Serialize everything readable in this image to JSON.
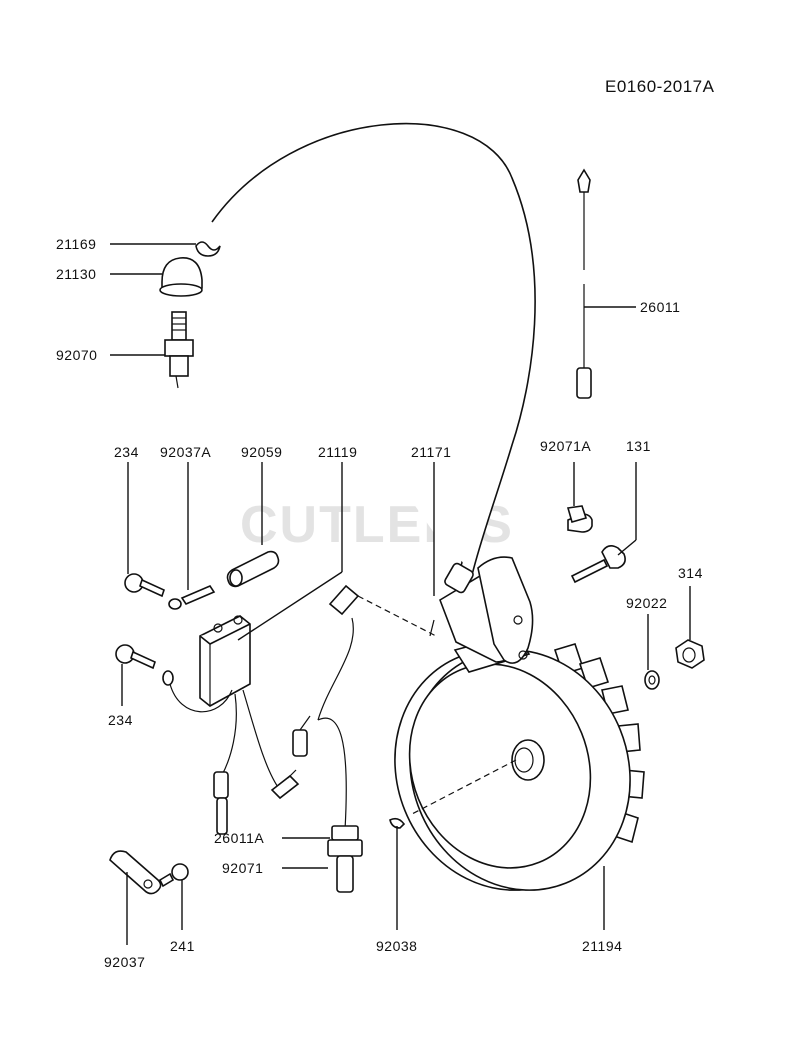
{
  "diagram_code": "E0160-2017A",
  "watermark": "CUTLER'S",
  "parts": [
    {
      "id": "p-21169",
      "label": "21169"
    },
    {
      "id": "p-21130",
      "label": "21130"
    },
    {
      "id": "p-92070",
      "label": "92070"
    },
    {
      "id": "p-26011",
      "label": "26011"
    },
    {
      "id": "p-234a",
      "label": "234"
    },
    {
      "id": "p-92037A",
      "label": "92037A"
    },
    {
      "id": "p-92059",
      "label": "92059"
    },
    {
      "id": "p-21119",
      "label": "21119"
    },
    {
      "id": "p-21171",
      "label": "21171"
    },
    {
      "id": "p-92071A",
      "label": "92071A"
    },
    {
      "id": "p-131",
      "label": "131"
    },
    {
      "id": "p-314",
      "label": "314"
    },
    {
      "id": "p-92022",
      "label": "92022"
    },
    {
      "id": "p-234b",
      "label": "234"
    },
    {
      "id": "p-26011A",
      "label": "26011A"
    },
    {
      "id": "p-92071",
      "label": "92071"
    },
    {
      "id": "p-92037",
      "label": "92037"
    },
    {
      "id": "p-241",
      "label": "241"
    },
    {
      "id": "p-92038",
      "label": "92038"
    },
    {
      "id": "p-21194",
      "label": "21194"
    }
  ]
}
